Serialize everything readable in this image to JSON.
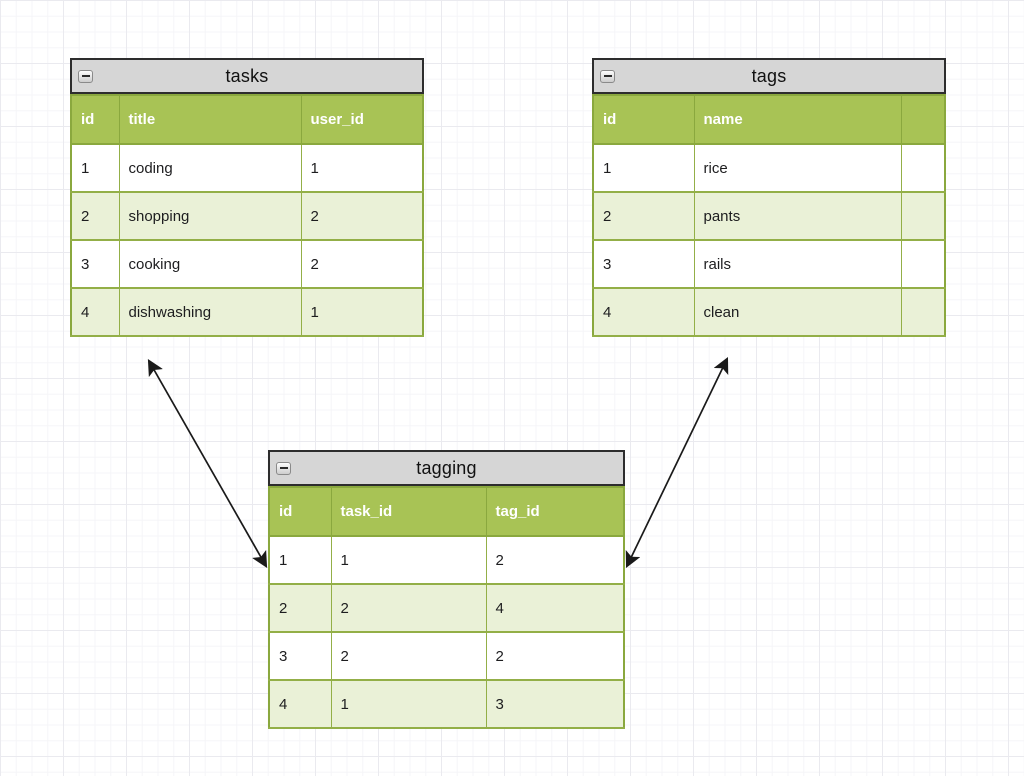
{
  "colors": {
    "header_green": "#a8c355",
    "row_alt_green": "#eaf1d7",
    "row_white": "#ffffff",
    "border_green": "#8aa83e",
    "titlebar_gray": "#d6d6d6",
    "titlebar_border": "#2d2d2d",
    "header_text": "#ffffff",
    "cell_text": "#1d1d1f",
    "arrow_color": "#1a1a1a"
  },
  "icons": {
    "collapse": "minus-icon"
  },
  "tables": {
    "tasks": {
      "title": "tasks",
      "columns": [
        "id",
        "title",
        "user_id"
      ],
      "rows": [
        [
          "1",
          "coding",
          "1"
        ],
        [
          "2",
          "shopping",
          "2"
        ],
        [
          "3",
          "cooking",
          "2"
        ],
        [
          "4",
          "dishwashing",
          "1"
        ]
      ]
    },
    "tags": {
      "title": "tags",
      "columns": [
        "id",
        "name",
        ""
      ],
      "rows": [
        [
          "1",
          "rice",
          ""
        ],
        [
          "2",
          "pants",
          ""
        ],
        [
          "3",
          "rails",
          ""
        ],
        [
          "4",
          "clean",
          ""
        ]
      ]
    },
    "tagging": {
      "title": "tagging",
      "columns": [
        "id",
        "task_id",
        "tag_id"
      ],
      "rows": [
        [
          "1",
          "1",
          "2"
        ],
        [
          "2",
          "2",
          "4"
        ],
        [
          "3",
          "2",
          "2"
        ],
        [
          "4",
          "1",
          "3"
        ]
      ]
    }
  },
  "relations": [
    {
      "from": "tasks",
      "to": "tagging",
      "style": "double-arrow"
    },
    {
      "from": "tags",
      "to": "tagging",
      "style": "double-arrow"
    }
  ]
}
